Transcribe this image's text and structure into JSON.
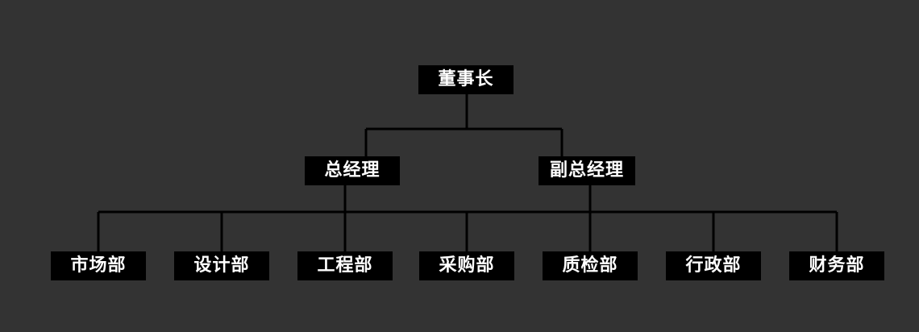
{
  "colors": {
    "background": "#333333",
    "box": "#000000",
    "text": "#ffffff",
    "line": "#000000"
  },
  "org_chart": {
    "root": {
      "label": "董事长"
    },
    "managers": [
      {
        "label": "总经理"
      },
      {
        "label": "副总经理"
      }
    ],
    "departments": [
      {
        "label": "市场部"
      },
      {
        "label": "设计部"
      },
      {
        "label": "工程部"
      },
      {
        "label": "采购部"
      },
      {
        "label": "质检部"
      },
      {
        "label": "行政部"
      },
      {
        "label": "财务部"
      }
    ]
  }
}
